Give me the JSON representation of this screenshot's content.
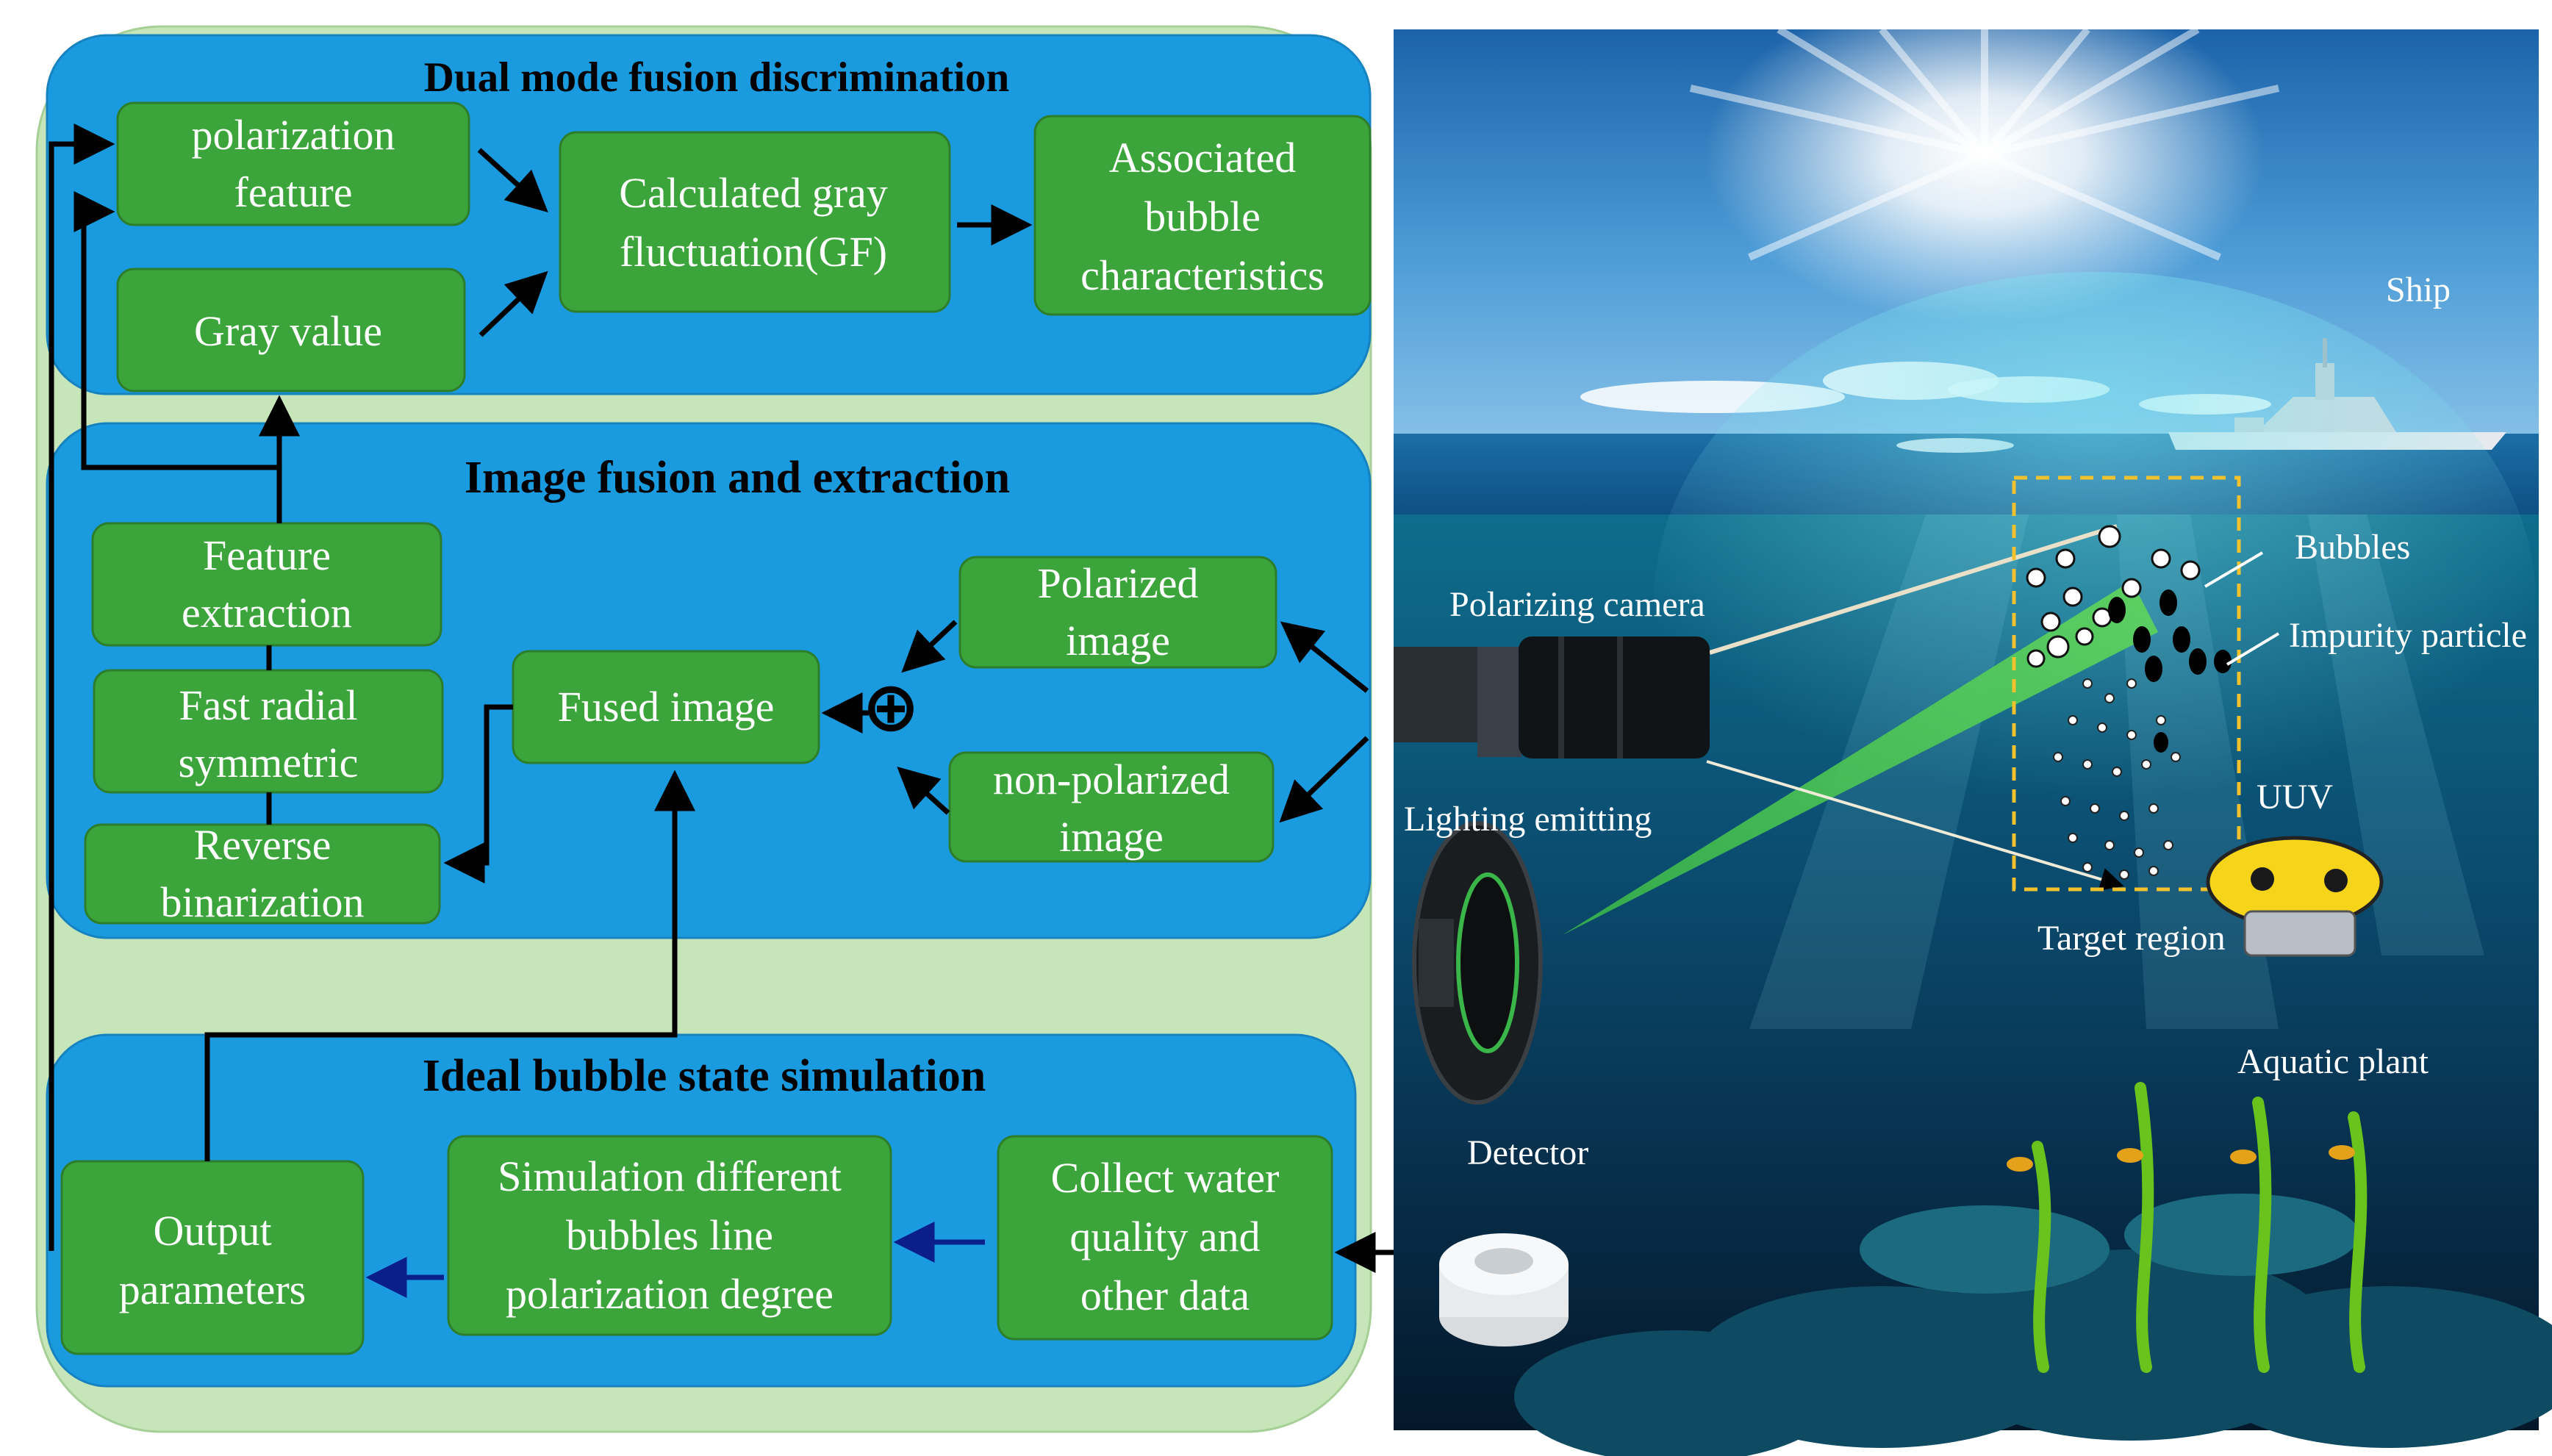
{
  "diagram": {
    "sections": {
      "dual_mode": "Dual mode fusion discrimination",
      "image_fusion": "Image fusion and extraction",
      "ideal_bubble": "Ideal bubble state simulation"
    },
    "boxes": {
      "polarization_feature": [
        "polarization",
        "feature"
      ],
      "gray_value": [
        "Gray value"
      ],
      "calculated_gray": [
        "Calculated gray",
        "fluctuation(GF)"
      ],
      "associated_bubble": [
        "Associated",
        "bubble",
        "characteristics"
      ],
      "feature_extraction": [
        "Feature",
        "extraction"
      ],
      "fast_radial": [
        "Fast radial",
        "symmetric"
      ],
      "reverse_binarization": [
        "Reverse",
        "binarization"
      ],
      "fused_image": [
        "Fused image"
      ],
      "polarized_image": [
        "Polarized",
        "image"
      ],
      "non_polarized_image": [
        "non-polarized",
        "image"
      ],
      "output_parameters": [
        "Output",
        "parameters"
      ],
      "simulation": [
        "Simulation  different",
        "bubbles line",
        "polarization degree"
      ],
      "collect_water": [
        "Collect water",
        "quality and",
        "other data"
      ]
    },
    "operator": "⊕",
    "scene_labels": {
      "ship": "Ship",
      "bubbles": "Bubbles",
      "impurity": "Impurity particle",
      "polarizing_camera": "Polarizing camera",
      "lighting": "Lighting emitting",
      "uuv": "UUV",
      "target_region": "Target region",
      "aquatic_plant": "Aquatic plant",
      "detector": "Detector"
    },
    "colors": {
      "panel_bg": "#c6e6b9",
      "section_blue": "#1a9be0",
      "box_green": "#3ba53b",
      "box_border": "#2c7d2c",
      "box_text": "#ffffff",
      "arrow": "#000000",
      "arrow_blue": "#0b1f8a"
    }
  }
}
